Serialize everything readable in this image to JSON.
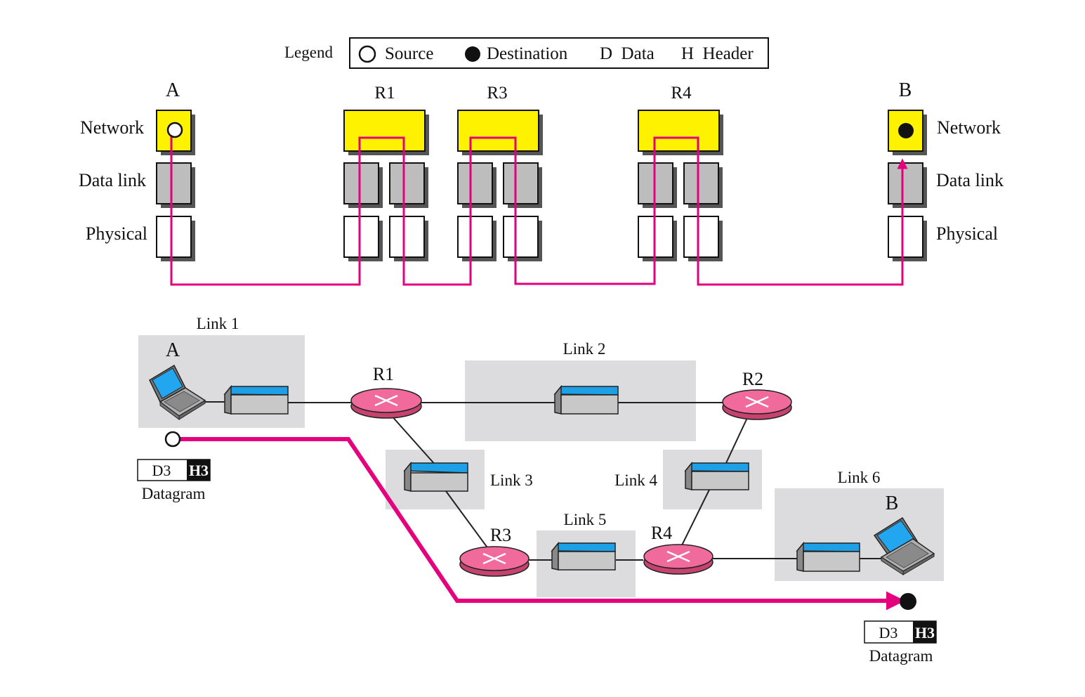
{
  "legend": {
    "title": "Legend",
    "source_label": "Source",
    "destination_label": "Destination",
    "data_label": "D  Data",
    "header_label": "H  Header"
  },
  "layers": {
    "left": {
      "network": "Network",
      "datalink": "Data link",
      "physical": "Physical"
    },
    "right": {
      "network": "Network",
      "datalink": "Data link",
      "physical": "Physical"
    }
  },
  "stack_labels": {
    "a": "A",
    "r1": "R1",
    "r3": "R3",
    "r4": "R4",
    "b": "B"
  },
  "network": {
    "host_a": "A",
    "host_b": "B",
    "routers": {
      "r1": "R1",
      "r2": "R2",
      "r3": "R3",
      "r4": "R4"
    },
    "links": {
      "l1": "Link 1",
      "l2": "Link 2",
      "l3": "Link 3",
      "l4": "Link 4",
      "l5": "Link 5",
      "l6": "Link 6"
    }
  },
  "datagram_src": {
    "data": "D3",
    "header": "H3",
    "caption": "Datagram"
  },
  "datagram_dst": {
    "data": "D3",
    "header": "H3",
    "caption": "Datagram"
  },
  "colors": {
    "path": "#e5007e",
    "network_layer": "#fff200",
    "datalink_layer": "#bdbdbd",
    "link_area": "#dcdcde",
    "router": "#f06a9c",
    "switch_top": "#1ea0e6"
  }
}
